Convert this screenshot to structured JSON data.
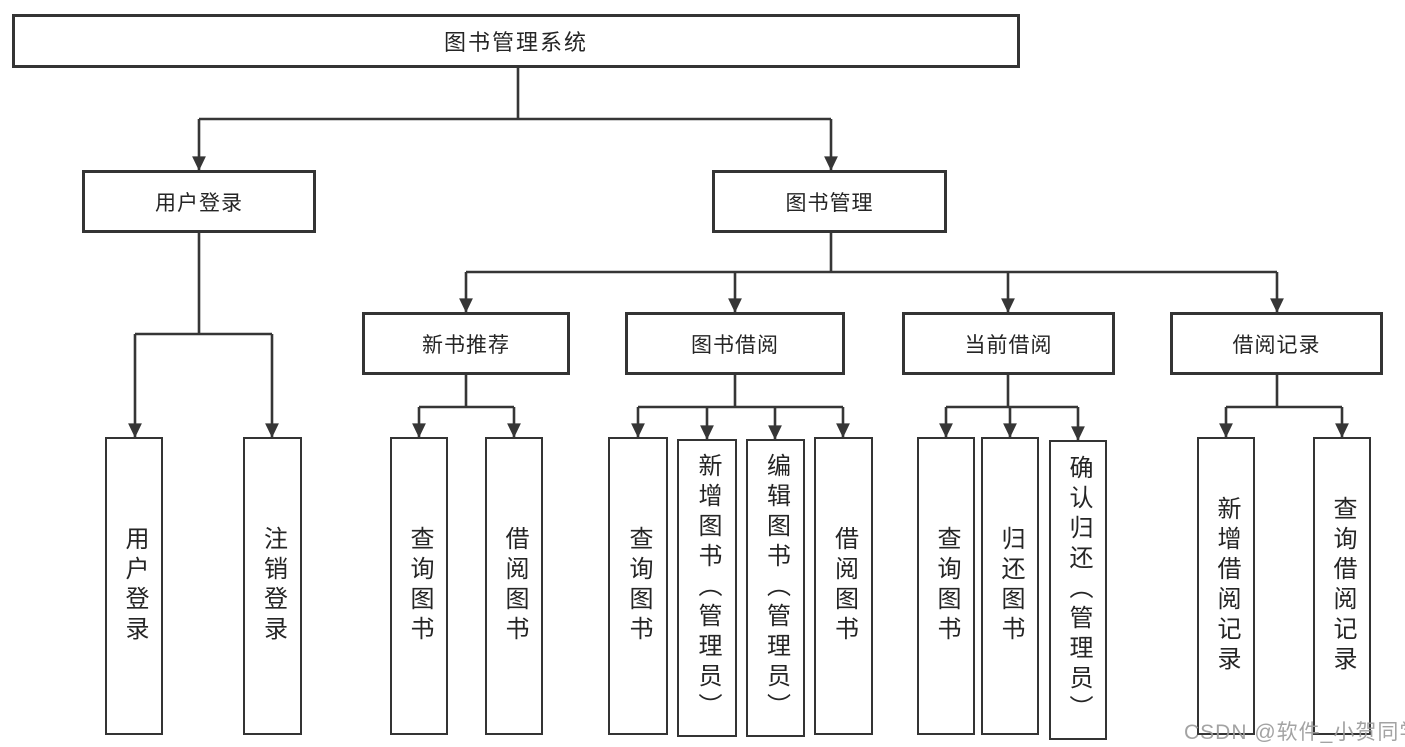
{
  "diagram": {
    "root": {
      "label": "图书管理系统"
    },
    "branches": [
      {
        "label": "用户登录",
        "children": [
          {
            "label": "用户登录"
          },
          {
            "label": "注销登录"
          }
        ]
      },
      {
        "label": "图书管理",
        "children": [
          {
            "label": "新书推荐",
            "children": [
              {
                "label": "查询图书"
              },
              {
                "label": "借阅图书"
              }
            ]
          },
          {
            "label": "图书借阅",
            "children": [
              {
                "label": "查询图书"
              },
              {
                "label": "新增图书（管理员）"
              },
              {
                "label": "编辑图书（管理员）"
              },
              {
                "label": "借阅图书"
              }
            ]
          },
          {
            "label": "当前借阅",
            "children": [
              {
                "label": "查询图书"
              },
              {
                "label": "归还图书"
              },
              {
                "label": "确认归还（管理员）"
              }
            ]
          },
          {
            "label": "借阅记录",
            "children": [
              {
                "label": "新增借阅记录"
              },
              {
                "label": "查询借阅记录"
              }
            ]
          }
        ]
      }
    ]
  },
  "colors": {
    "line": "#363636",
    "border": "#343434",
    "text": "#252525",
    "watermark": "#9c9c9c"
  },
  "watermark": {
    "text": "CSDN @软件_小贺同学"
  }
}
